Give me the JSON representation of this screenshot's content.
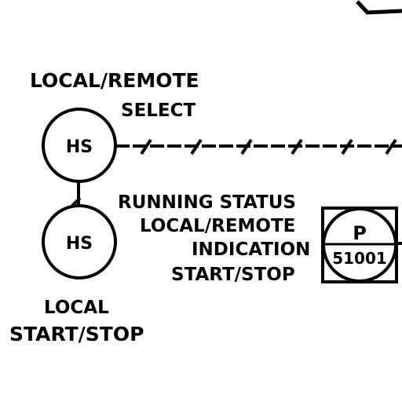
{
  "labels": {
    "local_remote": "LOCAL/REMOTE",
    "select": "SELECT",
    "running_status": "RUNNING STATUS",
    "local_remote_2": "LOCAL/REMOTE",
    "indication": "INDICATION",
    "start_stop": "START/STOP",
    "local": "LOCAL",
    "local_start_stop": "START/STOP"
  },
  "instruments": {
    "hs_top": "HS",
    "hs_bottom": "HS",
    "plc_letter": "P",
    "plc_number": "51001"
  },
  "colors": {
    "line": "#000000",
    "background": "#ffffff"
  }
}
